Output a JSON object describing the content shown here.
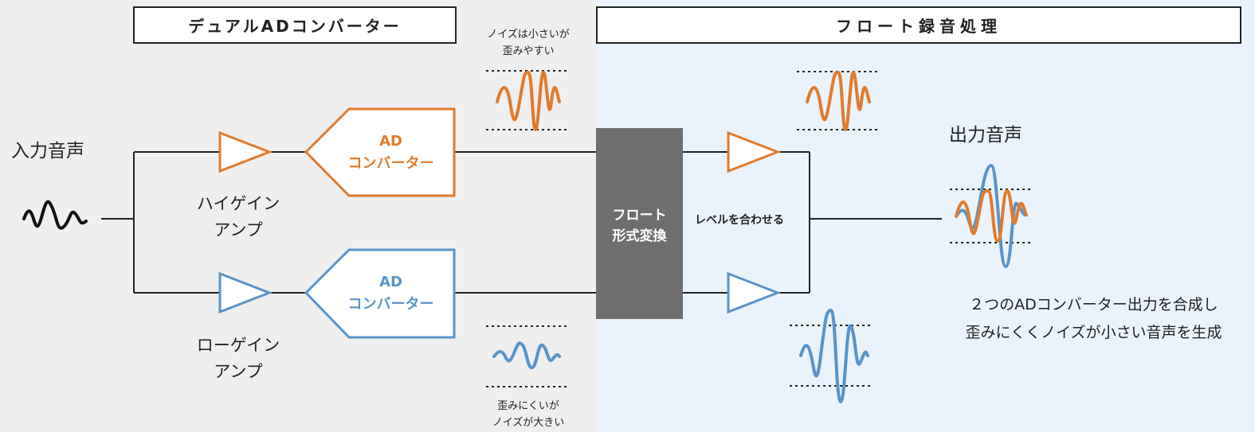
{
  "sections": {
    "dual_ad": "デュアルADコンバーター",
    "float_recording": "フロート録音処理"
  },
  "input_label": "入力音声",
  "output_label": "出力音声",
  "high_gain_amp": [
    "ハイゲイン",
    "アンプ"
  ],
  "low_gain_amp": [
    "ローゲイン",
    "アンプ"
  ],
  "ad_converter_high": [
    "AD",
    "コンバーター"
  ],
  "ad_converter_low": [
    "AD",
    "コンバーター"
  ],
  "float_block": [
    "フロート",
    "形式変換"
  ],
  "level_match": "レベルを合わせる",
  "high_gain_note": [
    "ノイズは小さいが",
    "歪みやすい"
  ],
  "low_gain_note": [
    "歪みにくいが",
    "ノイズが大きい"
  ],
  "result_note": [
    "２つのADコンバーター出力を合成し",
    "歪みにくくノイズが小さい音声を生成"
  ],
  "colors": {
    "high_gain": "#e07b2e",
    "low_gain": "#5a93c9",
    "float_panel": "#eaf3fb",
    "float_block": "#6e6e6e",
    "line": "#222222"
  }
}
